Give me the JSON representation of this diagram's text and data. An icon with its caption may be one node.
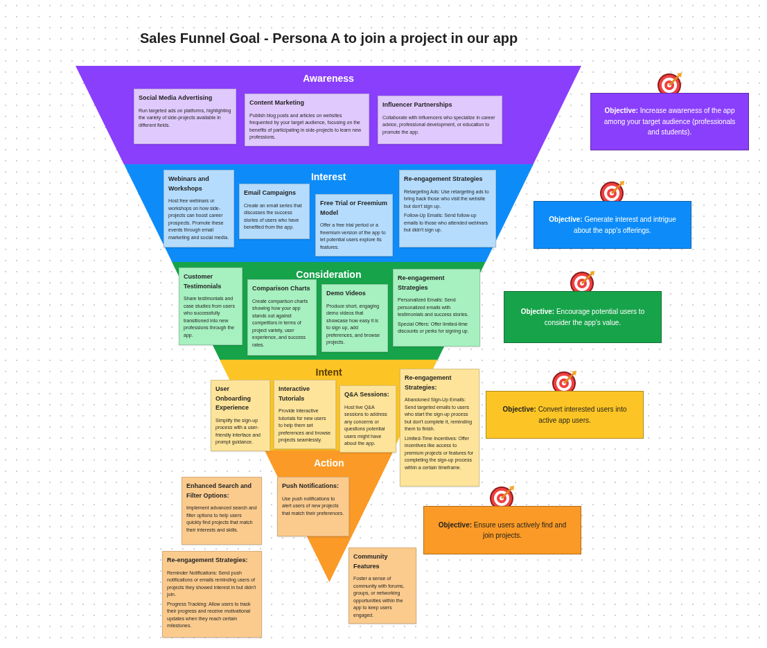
{
  "diagram": {
    "title": "Sales Funnel Goal - Persona A to join a project in our app",
    "nodes": [
      {
        "text": [
          "Awareness"
        ]
      },
      {
        "text": [
          "Social Media Advertising",
          "Run targeted ads on platforms, highlighting the variety of side-projects available in different fields."
        ],
        "in": 0
      },
      {
        "text": [
          "Content Marketing",
          "Publish blog posts and articles on websites frequented by your target audience, focusing on the benefits of participating in side-projects to learn new professions."
        ],
        "in": 0
      },
      {
        "text": [
          "Influencer Partnerships",
          "Collaborate with influencers who specialize in career advice, professional development, or education to promote the app."
        ],
        "in": 0
      },
      {
        "text": [
          "**Objective:** Increase awareness of the app among your target audience (professionals and students)."
        ]
      },
      {
        "text": [
          "Interest"
        ]
      },
      {
        "text": [
          "Webinars and Workshops",
          "Host free webinars or workshops on how side-projects can boost career prospects. Promote these events through email marketing and social media."
        ],
        "in": 5
      },
      {
        "text": [
          "Email Campaigns",
          "Create an email series that discusses the success stories of users who have benefited from the app."
        ],
        "in": 5
      },
      {
        "text": [
          "Free Trial or Freemium Model",
          "Offer a free trial period or a freemium version of the app to let potential users explore its features."
        ],
        "in": 5
      },
      {
        "text": [
          "Re-engagement Strategies",
          "Retargeting Ads: Use retargeting ads to bring back those who visit the website but don't sign up.",
          "Follow-Up Emails: Send follow-up emails to those who attended webinars but didn't sign up."
        ],
        "in": 5
      },
      {
        "text": [
          "**Objective:** Generate interest and intrigue about the app's offerings."
        ]
      },
      {
        "text": [
          "Consideration"
        ]
      },
      {
        "text": [
          "Customer Testimonials",
          "Share testimonials and case studies from users who successfully transitioned into new professions through the app."
        ],
        "in": 11
      },
      {
        "text": [
          "Comparison Charts",
          "Create comparison charts showing how your app stands out against competitors in terms of project variety, user experience, and success rates."
        ],
        "in": 11
      },
      {
        "text": [
          "Demo Videos",
          "Produce short, engaging demo videos that showcase how easy it is to sign up, add preferences, and browse projects."
        ],
        "in": 11
      },
      {
        "text": [
          "Re-engagement Strategies",
          "Personalized Emails: Send personalized emails with testimonials and success stories.",
          "Special Offers: Offer limited-time discounts or perks for signing up."
        ],
        "in": 11
      },
      {
        "text": [
          "**Objective:** Encourage potential users to consider the app's value."
        ]
      },
      {
        "text": [
          "Intent"
        ]
      },
      {
        "text": [
          "User Onboarding Experience",
          "Simplify the sign-up process with a user-friendly interface and prompt guidance."
        ],
        "in": 17
      },
      {
        "text": [
          "Interactive Tutorials",
          "Provide interactive tutorials for new users to help them set preferences and browse projects seamlessly."
        ],
        "in": 17
      },
      {
        "text": [
          "Q&A Sessions:",
          "Host live Q&A sessions to address any concerns or questions potential users might have about the app."
        ],
        "in": 17
      },
      {
        "text": [
          "Re-engagement Strategies:",
          "Abandoned Sign-Up Emails: Send targeted emails to users who start the sign-up process but don't complete it, reminding them to finish.",
          "Limited-Time Incentives: Offer incentives like access to premium projects or features for completing the sign-up process within a certain timeframe."
        ]
      },
      {
        "text": [
          "**Objective:** Convert interested users into active app users."
        ]
      },
      {
        "text": [
          "Action"
        ]
      },
      {
        "text": [
          "Enhanced Search and Filter Options:",
          "Implement advanced search and filter options to help users quickly find projects that match their interests and skills."
        ]
      },
      {
        "text": [
          "Push Notifications:",
          "Use push notifications to alert users of new projects that match their preferences."
        ],
        "in": 23
      },
      {
        "text": [
          "**Objective:** Ensure users actively find and join projects."
        ]
      },
      {
        "text": [
          "Re-engagement Strategies:",
          "Reminder Notifications: Send push notifications or emails reminding users of projects they showed interest in but didn't join.",
          "Progress Tracking: Allow users to track their progress and receive motivational updates when they reach certain milestones."
        ]
      },
      {
        "text": [
          "Community Features",
          "Foster a sense of community with forums, groups, or networking opportunities within the app to keep users engaged."
        ]
      }
    ]
  }
}
